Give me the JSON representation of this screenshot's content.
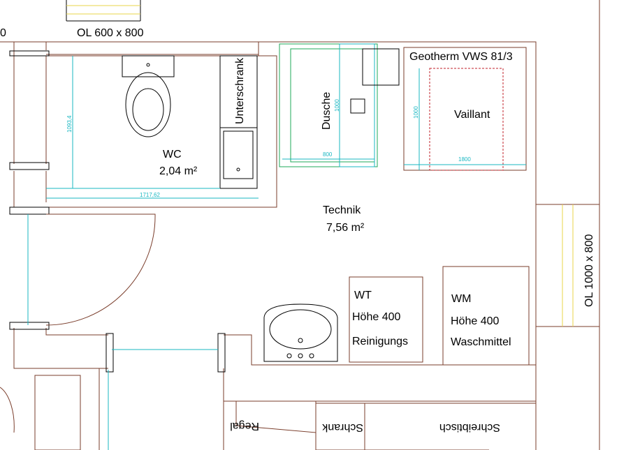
{
  "openings": {
    "ol_top": "OL 600 x 800",
    "ol_right": "OL 1000 x 800",
    "edge_zero": "0"
  },
  "rooms": {
    "wc": {
      "name": "WC",
      "area": "2,04 m²"
    },
    "technik": {
      "name": "Technik",
      "area": "7,56 m²"
    }
  },
  "fixtures": {
    "unterschrank": "Unterschrank",
    "dusche": "Dusche",
    "geotherm": "Geotherm VWS 81/3",
    "vaillant": "Vaillant",
    "wt": {
      "line1": "WT",
      "line2": "Höhe 400",
      "line3": "Reinigungs"
    },
    "wm": {
      "line1": "WM",
      "line2": "Höhe 400",
      "line3": "Waschmittel"
    },
    "regal": "Regal",
    "schrank": "Schrank",
    "schreibtisch": "Schreibtisch"
  },
  "dimensions": {
    "wc_height": "1093,4",
    "wc_width": "1717,62",
    "shower_width": "800",
    "shower_depth": "1000",
    "heatpump_depth": "1000",
    "heatpump_width": "1800"
  },
  "colors": {
    "walls": "#7a3d2b",
    "dimensions": "#19b7c2",
    "shower": "#1fa85a",
    "window_glass": "#e8d44a",
    "equipment_outline": "#c0202a"
  }
}
